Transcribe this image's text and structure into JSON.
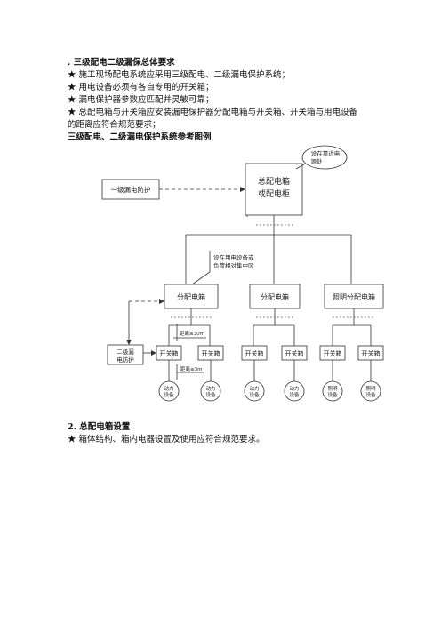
{
  "section1": {
    "heading": ". 三级配电二级漏保总体要求",
    "items": [
      "★  施工现场配电系统应采用三级配电、二级漏电保护系统；",
      "★  用电设备必须有各自专用的开关箱；",
      "★  漏电保护器参数应匹配并灵敏可靠；",
      "★  总配电箱与开关箱应安装漏电保护器分配电箱与开关箱、开关箱与用电设备",
      "的距离应符合规范要求；"
    ]
  },
  "diagram": {
    "title": "三级配电、二级漏电保护系统参考图例",
    "main_box": [
      "总配电箱",
      "或配电柜"
    ],
    "callout": [
      "设在靠近电",
      "源处"
    ],
    "level1_protect": "一级漏电防护",
    "dist_note": [
      "设在用电设备或",
      "负荷相对集中区"
    ],
    "dist_boxes": [
      "分配电箱",
      "分配电箱",
      "照明分配电箱"
    ],
    "level2_protect": [
      "二级漏",
      "电防护"
    ],
    "dist_distance": "距离≤30m",
    "switch_label": "开关箱",
    "switch_distance": "距离≤3m",
    "devices": [
      [
        "动力",
        "设备"
      ],
      [
        "动力",
        "设备"
      ],
      [
        "动力",
        "设备"
      ],
      [
        "动力",
        "设备"
      ],
      [
        "照明",
        "设备"
      ],
      [
        "照明",
        "设备"
      ]
    ]
  },
  "section2": {
    "heading": "2.  总配电箱设置",
    "items": [
      "★  箱体结构、箱内电器设置及使用应符合规范要求。"
    ]
  }
}
